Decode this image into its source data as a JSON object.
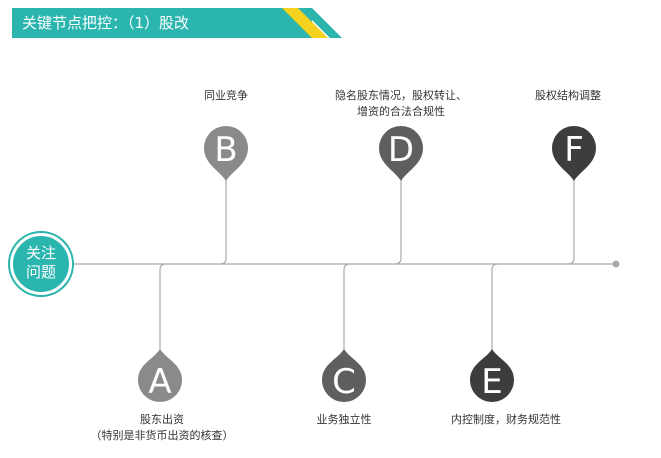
{
  "header": {
    "title": "关键节点把控：（1）股改"
  },
  "hub": {
    "line1": "关注",
    "line2": "问题"
  },
  "colors": {
    "teal": "#2ab5ae",
    "yellow": "#f4d21f",
    "light_pin": "#8a8a8a",
    "mid_pin": "#5f5f5f",
    "dark_pin": "#3d3d3d",
    "line": "#aaaaaa"
  },
  "nodes": {
    "A": {
      "letter": "A",
      "lines": [
        "股东出资",
        "（特别是非货币出资的核查）"
      ]
    },
    "B": {
      "letter": "B",
      "lines": [
        "同业竞争"
      ]
    },
    "C": {
      "letter": "C",
      "lines": [
        "业务独立性"
      ]
    },
    "D": {
      "letter": "D",
      "lines": [
        "隐名股东情况，股权转让、",
        "增资的合法合规性"
      ]
    },
    "E": {
      "letter": "E",
      "lines": [
        "内控制度，财务规范性"
      ]
    },
    "F": {
      "letter": "F",
      "lines": [
        "股权结构调整"
      ]
    }
  }
}
